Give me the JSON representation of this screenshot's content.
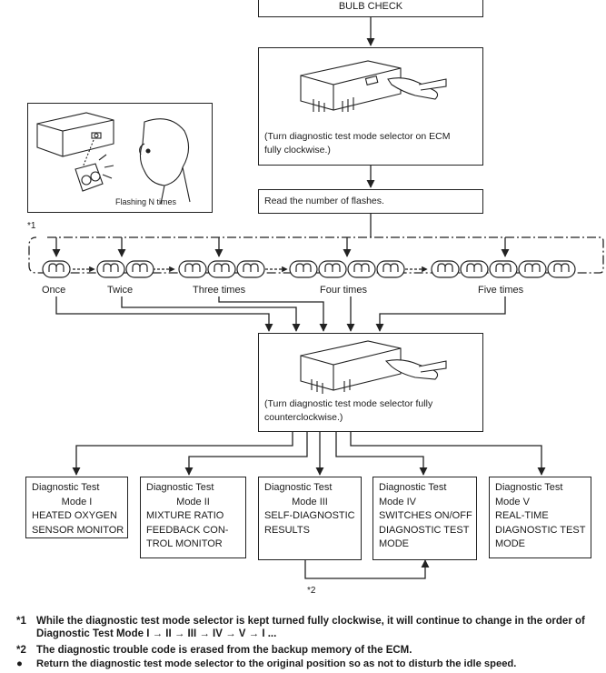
{
  "top_box": {
    "text": "BULB CHECK"
  },
  "step1_caption": "(Turn diagnostic test mode selector on ECM fully clockwise.)",
  "inset_caption": "Flashing N times",
  "step2_text": "Read the number of flashes.",
  "marker1": "*1",
  "marker2": "*2",
  "flash_labels": [
    "Once",
    "Twice",
    "Three times",
    "Four times",
    "Five times"
  ],
  "step3_caption": "(Turn diagnostic test mode selector fully counterclockwise.)",
  "modes": [
    {
      "title": "Diagnostic Test",
      "mode": "Mode I",
      "lines": [
        "HEATED OXYGEN",
        "SENSOR MONITOR"
      ]
    },
    {
      "title": "Diagnostic Test",
      "mode": "Mode II",
      "lines": [
        "MIXTURE RATIO",
        "FEEDBACK CON-",
        "TROL MONITOR"
      ]
    },
    {
      "title": "Diagnostic Test",
      "mode": "Mode III",
      "lines": [
        "SELF-DIAGNOSTIC",
        "RESULTS"
      ]
    },
    {
      "title": "Diagnostic Test",
      "mode": "Mode IV",
      "lines": [
        "SWITCHES ON/OFF",
        "DIAGNOSTIC TEST",
        "MODE"
      ]
    },
    {
      "title": "Diagnostic Test",
      "mode": "Mode V",
      "lines": [
        "REAL-TIME",
        "DIAGNOSTIC TEST",
        "MODE"
      ]
    }
  ],
  "notes": [
    {
      "key": "*1",
      "text": "While the diagnostic test mode selector is kept turned fully clockwise, it will continue to change in the order of Diagnostic Test Mode I → II → III → IV → V → I ..."
    },
    {
      "key": "*2",
      "text": "The diagnostic trouble code is erased from the backup memory of the ECM."
    },
    {
      "key": "●",
      "text": "Return the diagnostic test mode selector to the original position so as not to disturb the idle speed."
    }
  ]
}
